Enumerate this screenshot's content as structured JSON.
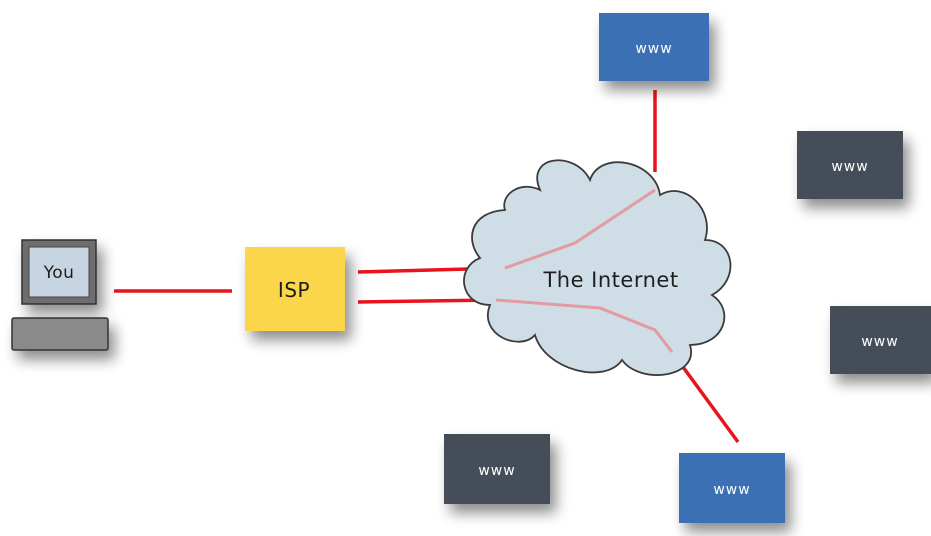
{
  "computer": {
    "label": "You"
  },
  "isp": {
    "label": "ISP"
  },
  "cloud": {
    "label": "The Internet"
  },
  "servers": [
    {
      "label": "www",
      "connected": true
    },
    {
      "label": "www",
      "connected": false
    },
    {
      "label": "www",
      "connected": false
    },
    {
      "label": "www",
      "connected": false
    },
    {
      "label": "www",
      "connected": true
    }
  ],
  "colors": {
    "connection": "#e8141d",
    "connected_server": "#3a6fb5",
    "idle_server": "#454e58",
    "isp": "#fbd64c",
    "cloud": "#cfdde6",
    "monitor_screen": "#c7d4e2",
    "monitor_frame": "#6d6d6d",
    "keyboard": "#8a8a8a"
  }
}
